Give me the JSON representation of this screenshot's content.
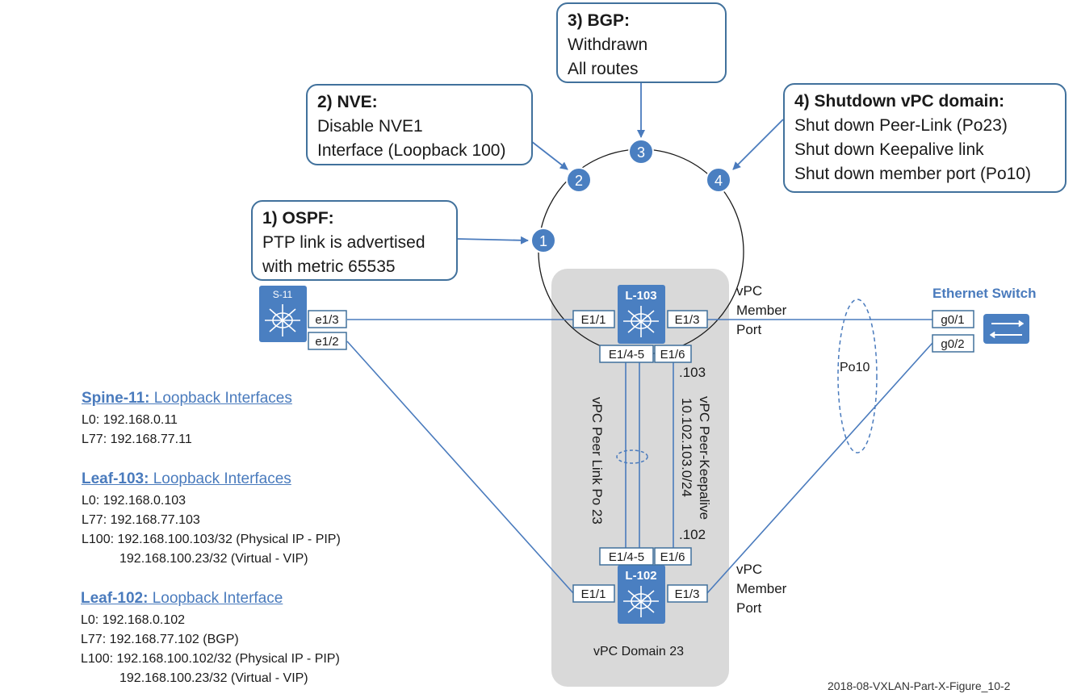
{
  "callouts": {
    "ospf": {
      "title": "1) OSPF:",
      "lines": [
        "PTP link is advertised",
        "with metric 65535"
      ]
    },
    "nve": {
      "title": "2) NVE:",
      "lines": [
        "Disable NVE1",
        "Interface (Loopback 100)"
      ]
    },
    "bgp": {
      "title": "3) BGP:",
      "lines": [
        "Withdrawn",
        "All routes"
      ]
    },
    "vpc": {
      "title": "4) Shutdown vPC domain:",
      "lines": [
        "Shut down Peer-Link (Po23)",
        "Shut down Keepalive link",
        "Shut down member port (Po10)"
      ]
    }
  },
  "steps": [
    "1",
    "2",
    "3",
    "4"
  ],
  "devices": {
    "spine": {
      "label": "S-11",
      "ports": [
        "e1/3",
        "e1/2"
      ]
    },
    "leaf103": {
      "label": "L-103",
      "ports": {
        "left": "E1/1",
        "right": "E1/3",
        "peer": "E1/4-5",
        "keepalive": "E1/6"
      }
    },
    "leaf102": {
      "label": "L-102",
      "ports": {
        "left": "E1/1",
        "right": "E1/3",
        "peer": "E1/4-5",
        "keepalive": "E1/6"
      }
    },
    "eth_switch": {
      "label": "Ethernet Switch",
      "ports": [
        "g0/1",
        "g0/2"
      ]
    }
  },
  "labels": {
    "vpc_member_top": [
      "vPC",
      "Member",
      "Port"
    ],
    "vpc_member_bottom": [
      "vPC",
      "Member",
      "Port"
    ],
    "po10": "Po10",
    "peer_link": "vPC Peer Link  Po 23",
    "keepalive": "vPC Peer-Keepalive",
    "keepalive_subnet": "10.102.103.0/24",
    "ip103": ".103",
    "ip102": ".102",
    "vpc_domain": "vPC Domain 23",
    "figure_id": "2018-08-VXLAN-Part-X-Figure_10-2"
  },
  "loopbacks": [
    {
      "device": "Spine-11:",
      "rest": " Loopback Interfaces",
      "lines": [
        "L0: 192.168.0.11",
        "L77: 192.168.77.11"
      ]
    },
    {
      "device": "Leaf-103:",
      "rest": " Loopback Interfaces",
      "lines": [
        "L0: 192.168.0.103",
        "L77: 192.168.77.103",
        "L100: 192.168.100.103/32 (Physical IP - PIP)",
        "192.168.100.23/32   (Virtual - VIP)"
      ]
    },
    {
      "device": "Leaf-102:",
      "rest": " Loopback Interface",
      "lines": [
        "L0: 192.168.0.102",
        "L77: 192.168.77.102 (BGP)",
        "L100: 192.168.100.102/32 (Physical IP - PIP)",
        "192.168.100.23/32   (Virtual - VIP)"
      ]
    }
  ],
  "colors": {
    "line": "#4a7bbd",
    "device": "#4a7fc1",
    "border": "#41719c",
    "domain_bg": "#d9d9d9"
  }
}
